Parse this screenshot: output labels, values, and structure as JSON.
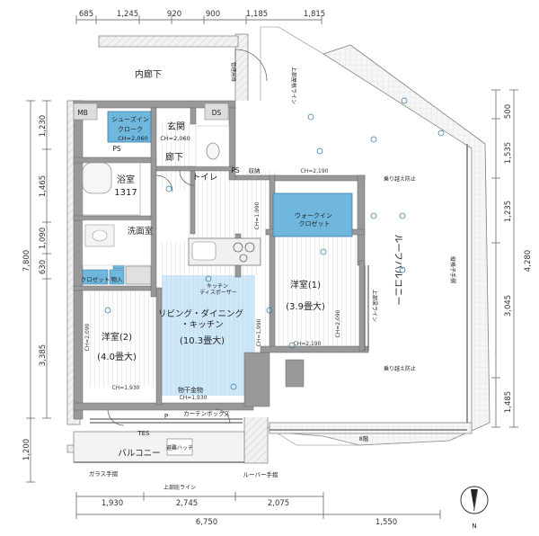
{
  "dimensions": {
    "top": [
      "685",
      "1,245",
      "920",
      "900",
      "1,185",
      "1,815"
    ],
    "bottom_row1": [
      "1,930",
      "2,745",
      "2,075"
    ],
    "bottom_row2": [
      "6,750",
      "1,550"
    ],
    "left_inner": [
      "1,230",
      "1,465",
      "1,090",
      "630",
      "3,385"
    ],
    "left_outer": [
      "7,800",
      "1,200"
    ],
    "right_inner": [
      "500",
      "1,535",
      "1,235",
      "3,045",
      "1,485"
    ],
    "right_outer": [
      "4,280"
    ]
  },
  "rooms": {
    "corridor_inner": "内廊下",
    "mb": "MB",
    "ds": "DS",
    "shoes_in": "シューズイン",
    "shoes_in_sub": "クローク",
    "shoes_ch": "CH=2,060",
    "genkan": "玄関",
    "genkan_ch": "CH=2,060",
    "rouka": "廊下",
    "ps1": "PS",
    "ps2": "PS",
    "bath": "浴室",
    "bath_size": "1317",
    "toilet": "トイレ",
    "storage": "収納",
    "senmen": "洗面室",
    "wic": "ウォークイン\nクロゼット",
    "roof_balcony": "ルーフバルコニー",
    "youshitsu1": "洋室(1)",
    "youshitsu1_size": "(3.9畳大)",
    "youshitsu2": "洋室(2)",
    "youshitsu2_size": "(4.0畳大)",
    "ldk": "リビング・ダイニング\n・キッチン",
    "ldk_size": "(10.3畳大)",
    "closet": "クロゼット",
    "monoire": "物入",
    "kitchen_disposer": "キッチン\nディスポーザー",
    "monohoshi": "物干金物",
    "balcony": "バルコニー",
    "curtain_box": "カーテンボックス",
    "curtain_box2": "カーテン\nボックス",
    "tes": "TES",
    "hatch": "避難ハッチ",
    "glass_rail": "ガラス手摺",
    "louver_rail": "ルーバー手摺",
    "lattice_rail": "縦格子手摺",
    "floor_8": "8階",
    "roof_line": "上部屋根ライン",
    "upper_roof_line": "上部庇ライン",
    "upper_beam_line": "上部梁ライン",
    "kanri": "管理用扉",
    "no_cross": "乗り越え防止",
    "p": "P"
  },
  "ceiling_heights": [
    "CH=2,190",
    "CH=1,990",
    "CH=2,190",
    "CH=1,930",
    "CH=1,930",
    "CH=1,990",
    "CH=2,090",
    "CH=2,090",
    "CH=1,930"
  ],
  "north": "N",
  "colors": {
    "wall": "#999999",
    "wall_dark": "#7a7a7a",
    "storage_blue": "#6fb7dd",
    "ldk_blue": "#cfe8f7",
    "floor_line": "#c8c8c8",
    "balcony_fill": "#eeeeee",
    "dim_line": "#555555"
  }
}
